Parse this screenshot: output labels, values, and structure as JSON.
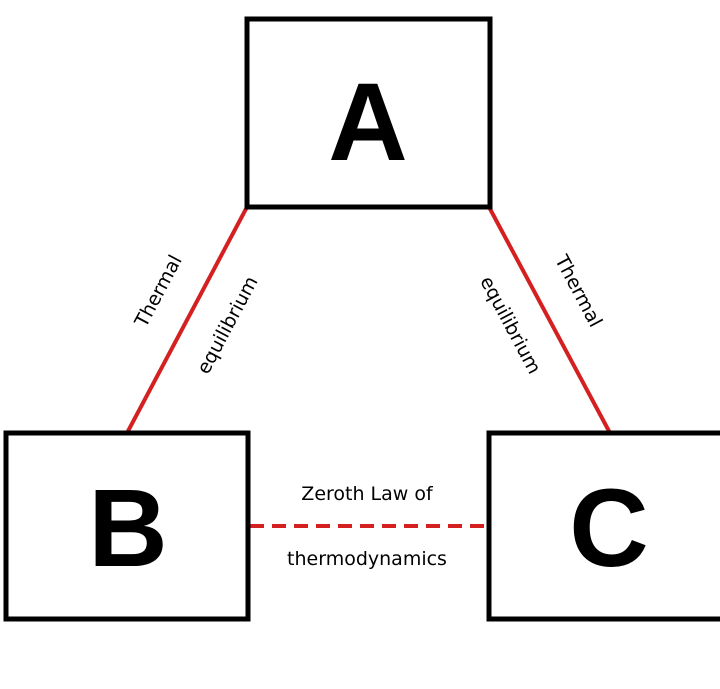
{
  "nodes": {
    "a": "A",
    "b": "B",
    "c": "C"
  },
  "edges": {
    "ab": {
      "line1": "Thermal",
      "line2": "equilibrium"
    },
    "ac": {
      "line1": "Thermal",
      "line2": "equilibrium"
    },
    "bc": {
      "line1": "Zeroth Law of",
      "line2": "thermodynamics"
    }
  },
  "colors": {
    "relation": "#d42020",
    "box": "#000000"
  }
}
